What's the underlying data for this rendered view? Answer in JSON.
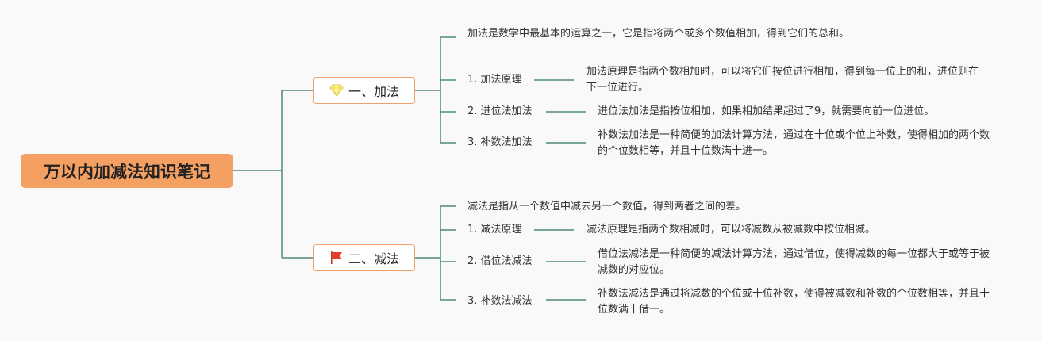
{
  "root": {
    "label": "万以内加减法知识笔记"
  },
  "branches": [
    {
      "label": "一、加法",
      "icon": "diamond-icon",
      "intro": "加法是数学中最基本的运算之一，它是指将两个或多个数值相加，得到它们的总和。",
      "items": [
        {
          "label": "1. 加法原理",
          "desc": "加法原理是指两个数相加时，可以将它们按位进行相加，得到每一位上的和，进位则在下一位进行。"
        },
        {
          "label": "2. 进位法加法",
          "desc": "进位法加法是指按位相加，如果相加结果超过了9，就需要向前一位进位。"
        },
        {
          "label": "3. 补数法加法",
          "desc": "补数法加法是一种简便的加法计算方法，通过在十位或个位上补数，使得相加的两个数的个位数相等，并且十位数满十进一。"
        }
      ]
    },
    {
      "label": "二、减法",
      "icon": "red-flag-icon",
      "intro": "减法是指从一个数值中减去另一个数值，得到两者之间的差。",
      "items": [
        {
          "label": "1. 减法原理",
          "desc": "减法原理是指两个数相减时，可以将减数从被减数中按位相减。"
        },
        {
          "label": "2. 借位法减法",
          "desc": "借位法减法是一种简便的减法计算方法，通过借位，使得减数的每一位都大于或等于被减数的对应位。"
        },
        {
          "label": "3. 补数法减法",
          "desc": "补数法减法是通过将减数的个位或十位补数，使得被减数和补数的个位数相等，并且十位数满十借一。"
        }
      ]
    }
  ],
  "colors": {
    "line": "#4e8b7c",
    "root_fill": "#f4a063",
    "branch_border": "#f0a06a"
  }
}
